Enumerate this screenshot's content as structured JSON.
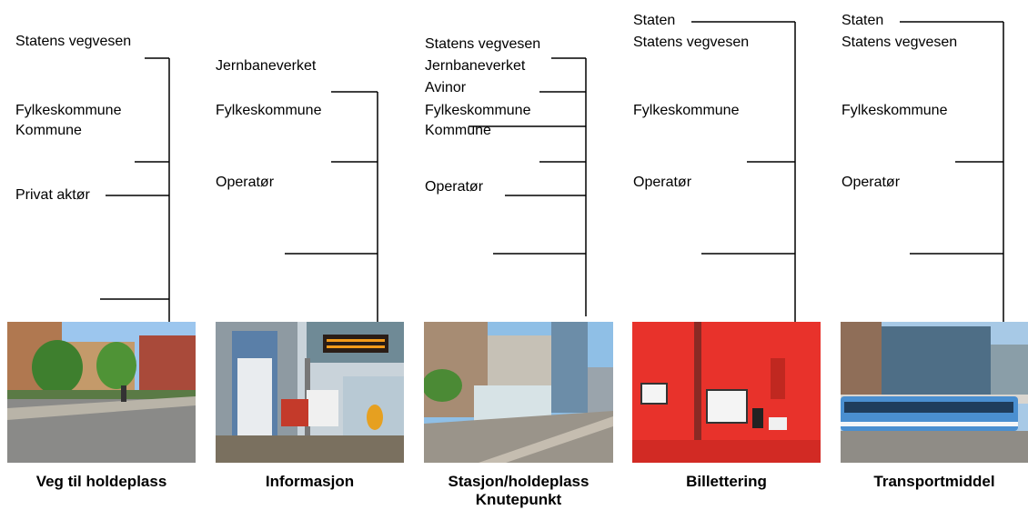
{
  "columns": [
    {
      "caption": [
        "Veg til holdeplass"
      ],
      "photo_icon": "road-to-stop-photo",
      "labels": [
        "Statens vegvesen",
        "Fylkeskommune",
        "Kommune",
        "Privat aktør"
      ]
    },
    {
      "caption": [
        "Informasjon"
      ],
      "photo_icon": "information-display-photo",
      "labels": [
        "Jernbaneverket",
        "Fylkeskommune",
        "Operatør"
      ]
    },
    {
      "caption": [
        "Stasjon/holdeplass",
        "Knutepunkt"
      ],
      "photo_icon": "station-stop-photo",
      "labels": [
        "Statens vegvesen",
        "Jernbaneverket",
        "Avinor",
        "Fylkeskommune",
        "Kommune",
        "Operatør"
      ]
    },
    {
      "caption": [
        "Billettering"
      ],
      "photo_icon": "ticket-machine-photo",
      "labels": [
        "Staten",
        "Statens vegvesen",
        "Fylkeskommune",
        "Operatør"
      ]
    },
    {
      "caption": [
        "Transportmiddel"
      ],
      "photo_icon": "tram-photo",
      "labels": [
        "Staten",
        "Statens vegvesen",
        "Fylkeskommune",
        "Operatør"
      ]
    }
  ],
  "colors": {
    "line": "#000000",
    "ticket_red": "#e8322b",
    "tram_blue": "#4a8fd0",
    "sky": "#9cc6ee"
  }
}
